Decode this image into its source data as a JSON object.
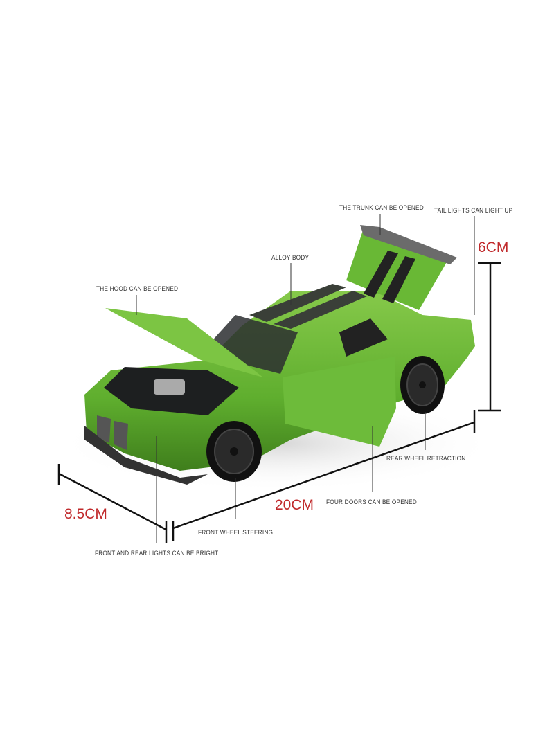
{
  "callouts": {
    "trunk": "THE TRUNK CAN BE OPENED",
    "tail_lights": "TAIL LIGHTS CAN LIGHT UP",
    "alloy_body": "ALLOY BODY",
    "hood": "THE HOOD CAN BE OPENED",
    "rear_wheel": "REAR WHEEL RETRACTION",
    "doors": "FOUR DOORS CAN BE OPENED",
    "front_wheel": "FRONT WHEEL STEERING",
    "lights": "FRONT AND REAR LIGHTS CAN BE BRIGHT"
  },
  "dimensions": {
    "height": "6CM",
    "length": "20CM",
    "width": "8.5CM"
  },
  "colors": {
    "body": "#5fae2e",
    "stripe": "#2f3a2c",
    "dimension_text": "#c0292b"
  }
}
